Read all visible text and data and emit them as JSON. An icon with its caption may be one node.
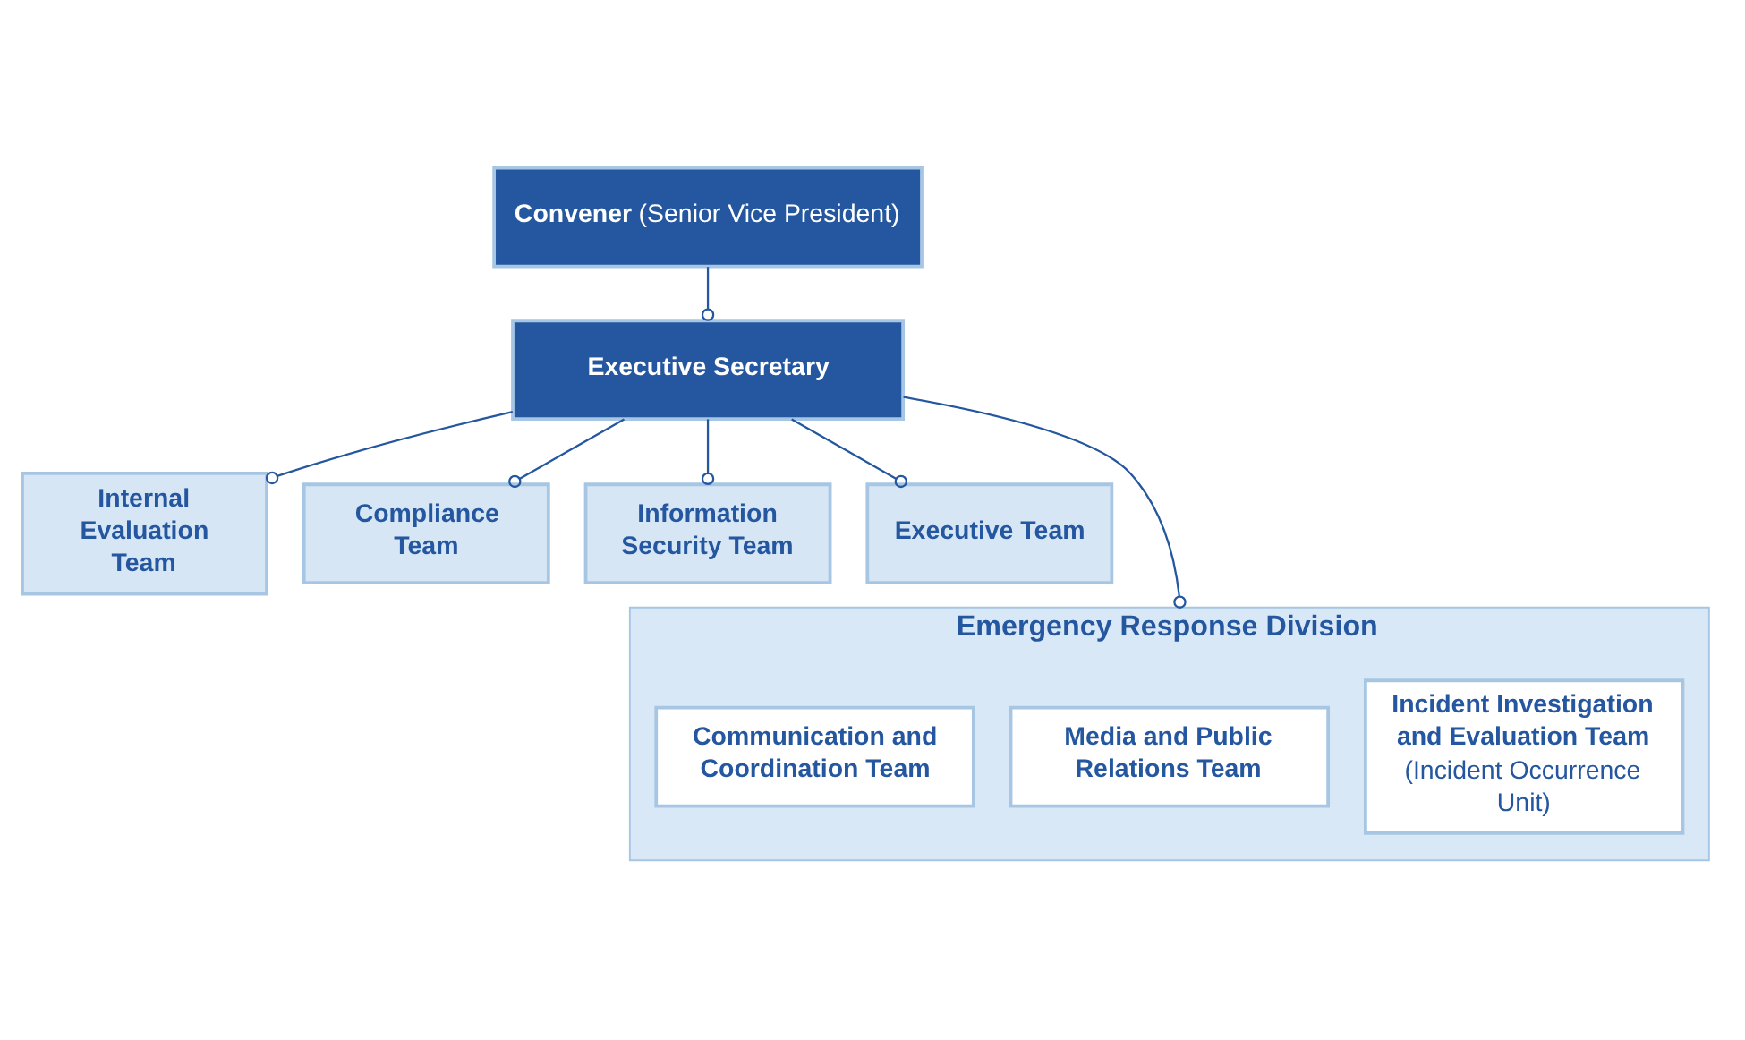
{
  "diagram": {
    "nodes": [
      {
        "text": [
          "**Convener** (Senior Vice President)"
        ]
      },
      {
        "text": [
          "Executive Secretary"
        ]
      },
      {
        "text": [
          "Internal Evaluation Team"
        ]
      },
      {
        "text": [
          "Compliance Team"
        ]
      },
      {
        "text": [
          "Information Security Team"
        ]
      },
      {
        "text": [
          "Executive Team"
        ]
      },
      {
        "text": [
          "Emergency Response Division"
        ]
      },
      {
        "text": [
          "Incident Investigation and Evaluation Team",
          "(Incident Occurrence Unit)"
        ],
        "in": 6
      },
      {
        "text": [
          "Media and Public Relations Team"
        ],
        "in": 6
      },
      {
        "text": [
          "Communication and Coordination Team"
        ],
        "in": 6
      }
    ],
    "edges": [
      {
        "from": 0,
        "to": 1,
        "arrow": "other"
      },
      {
        "from": 1,
        "to": 2,
        "arrow": "other"
      },
      {
        "from": 1,
        "to": 3,
        "arrow": "other"
      },
      {
        "from": 1,
        "to": 4,
        "arrow": "other"
      },
      {
        "from": 1,
        "to": 5,
        "arrow": "other"
      },
      {
        "from": 1,
        "to": 6,
        "arrow": "other"
      }
    ]
  }
}
